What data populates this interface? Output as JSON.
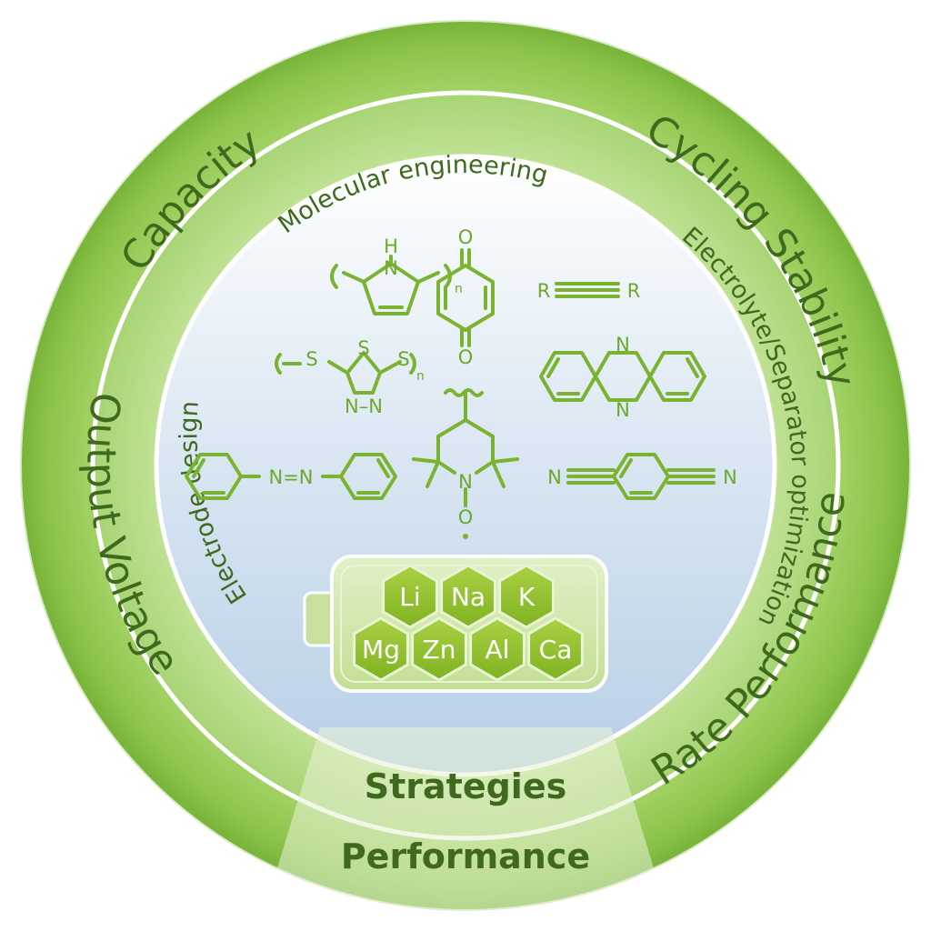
{
  "outer_ring": {
    "capacity": "Capacity",
    "cycling_stability": "Cycling Stability",
    "rate_performance": "Rate Performance",
    "output_voltage": "Output Voltage"
  },
  "inner_ring": {
    "molecular_engineering": "Molecular engineering",
    "electrolyte_separator": "Electrolyte/Separator optimization",
    "electrode_design": "Electrode design"
  },
  "bands": {
    "strategies": "Strategies",
    "performance": "Performance"
  },
  "molecules": {
    "pyrrole_h": "H",
    "pyrrole_n": "N",
    "n_sub": "n",
    "quinone_o": "O",
    "alkyne_r": "R",
    "thiadiazole_s": "S",
    "thiadiazole_n": "N–N",
    "phenazine_n": "N",
    "azo_label": "N=N",
    "tempo_n": "N",
    "tempo_o": "O",
    "nitrile_n": "N"
  },
  "ions": [
    "Li",
    "Na",
    "K",
    "Mg",
    "Zn",
    "Al",
    "Ca"
  ],
  "colors": {
    "outer_green": "#93c94f",
    "inner_green": "#b6dc84",
    "center_blue": "#cfe0ef",
    "text_dark_green": "#3f6a1d",
    "molecule_green": "#7ab32f",
    "hex_green": "#8dbf2e"
  }
}
